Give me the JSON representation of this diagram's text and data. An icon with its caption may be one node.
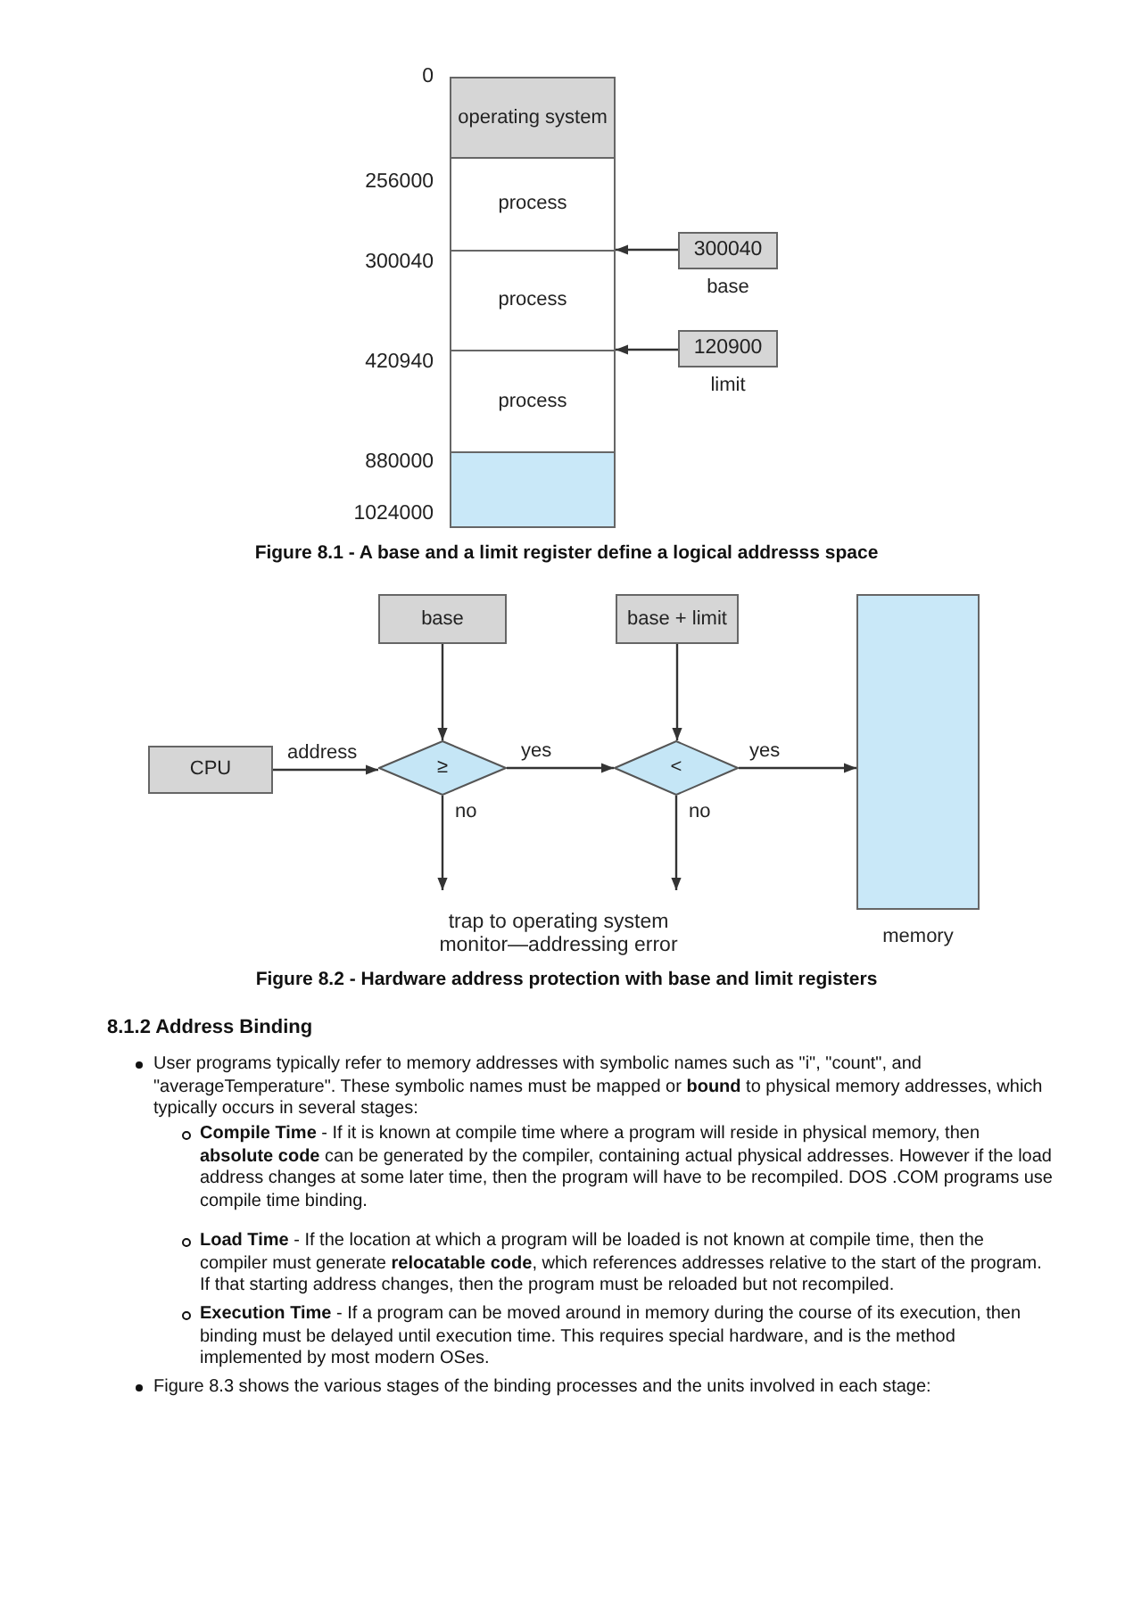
{
  "diagram": {
    "nodes": [
      {
        "text": [
          "operating system"
        ]
      },
      {
        "text": [
          "process"
        ]
      },
      {
        "text": [
          "process"
        ]
      },
      {
        "text": [
          "process"
        ]
      },
      {
        "text": [],
        "shape": "box"
      },
      {
        "text": [
          "300040"
        ],
        "beside": [
          "base"
        ]
      },
      {
        "text": [
          "120900"
        ],
        "beside": [
          "limit"
        ]
      },
      {
        "text": [
          "base"
        ]
      },
      {
        "text": [
          "base + limit"
        ]
      },
      {
        "text": [
          "CPU"
        ]
      },
      {
        "text": [
          "≥"
        ]
      },
      {
        "text": [
          "<"
        ]
      },
      {
        "text": [
          "memory"
        ]
      },
      {
        "text": [
          "trap to operating system monitor—addressing error"
        ]
      }
    ],
    "edges": [
      {
        "from": 5,
        "to": 2,
        "arrow": "to"
      },
      {
        "from": 6,
        "to": 3,
        "arrow": "to"
      },
      {
        "from": 7,
        "to": 10,
        "arrow": "to"
      },
      {
        "from": 8,
        "to": 11,
        "arrow": "to"
      },
      {
        "from": 9,
        "to": 10,
        "arrow": "to",
        "label": "address"
      },
      {
        "from": 10,
        "to": 11,
        "arrow": "to",
        "label": "yes"
      },
      {
        "from": 11,
        "to": 12,
        "arrow": "to",
        "label": "yes"
      },
      {
        "from": 10,
        "to": 13,
        "arrow": "to",
        "label": "no"
      },
      {
        "from": 11,
        "to": 13,
        "arrow": "to",
        "label": "no"
      }
    ],
    "labels": [
      "0",
      "256000",
      "300040",
      "420940",
      "880000",
      "1024000",
      "Figure 8.1 - A base and a limit register define a logical addresss space",
      "Figure 8.2 - Hardware address protection with base and limit registers",
      "8.1.2 Address Binding",
      "User programs typically refer to memory addresses with symbolic names such as \"i\", \"count\", and \"averageTemperature\". These symbolic names must be mapped or **bound** to physical memory addresses, which typically occurs in several stages:",
      "**Compile Time** - If it is known at compile time where a program will reside in physical memory, then **absolute code** can be generated by the compiler, containing actual physical addresses. However if the load address changes at some later time, then the program will have to be recompiled. DOS .COM programs use compile time binding.",
      "**Load Time** - If the location at which a program will be loaded is not known at compile time, then the compiler must generate **relocatable code**, which references addresses relative to the start of the program. If that starting address changes, then the program must be reloaded but not recompiled.",
      "**Execution Time** - If a program can be moved around in memory during the course of its execution, then binding must be delayed until execution time. This requires special hardware, and is the method implemented by most modern OSes.",
      "Figure 8.3 shows the various stages of the binding processes and the units involved in each stage:"
    ]
  }
}
